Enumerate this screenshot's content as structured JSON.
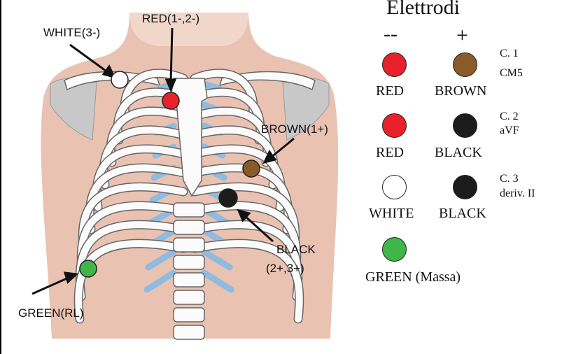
{
  "diagram": {
    "labels": {
      "red": "RED(1-,2-)",
      "white": "WHITE(3-)",
      "brown": "BROWN(1+)",
      "black_line1": "BLACK",
      "black_line2": "(2+,3+)",
      "green": "GREEN(RL)"
    }
  },
  "legend": {
    "title": "Elettrodi",
    "minus": "--",
    "plus": "+",
    "rows": [
      {
        "left_name": "RED",
        "right_name": "BROWN",
        "channel_line1": "C. 1",
        "channel_line2": "CM5"
      },
      {
        "left_name": "RED",
        "right_name": "BLACK",
        "channel_line1": "C. 2",
        "channel_line2": "aVF"
      },
      {
        "left_name": "WHITE",
        "right_name": "BLACK",
        "channel_line1": "C. 3",
        "channel_line2": "deriv. II"
      }
    ],
    "ground": "GREEN (Massa)"
  },
  "colors": {
    "red": "#e8212a",
    "brown": "#8b5a2b",
    "black": "#1c1c1c",
    "white": "#ffffff",
    "green": "#3fb54a",
    "cartilage": "#8fbbe0",
    "skin": "#e9c2b2"
  }
}
